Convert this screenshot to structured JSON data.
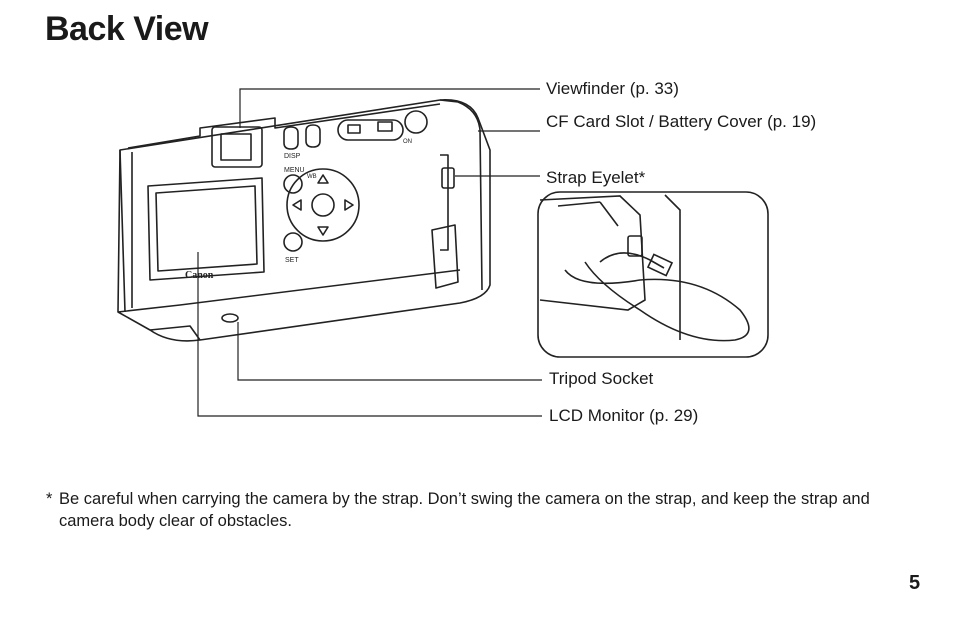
{
  "page": {
    "title": "Back View",
    "page_number": "5"
  },
  "labels": {
    "viewfinder": "Viewfinder (p. 33)",
    "cf_slot": "CF Card Slot / Battery Cover (p. 19)",
    "strap_eyelet": "Strap Eyelet*",
    "tripod_socket": "Tripod Socket",
    "lcd_monitor": "LCD Monitor (p. 29)"
  },
  "camera_markings": {
    "brand": "Canon",
    "disp": "DISP",
    "menu": "MENU",
    "set": "SET",
    "on": "ON",
    "wb": "WB"
  },
  "footnote": {
    "marker": "*",
    "text": "Be careful when carrying the camera by the strap. Don’t swing the camera on the strap, and keep the strap and camera body clear of obstacles."
  }
}
